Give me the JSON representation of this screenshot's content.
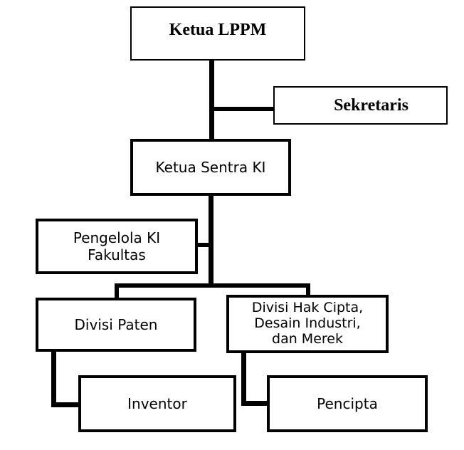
{
  "diagram": {
    "nodes": {
      "ketua_lppm": "Ketua LPPM",
      "sekretaris": "Sekretaris",
      "ketua_sentra_ki": "Ketua Sentra KI",
      "pengelola_ki_fakultas": "Pengelola KI\nFakultas",
      "divisi_paten": "Divisi Paten",
      "divisi_hak_cipta": "Divisi Hak Cipta,\nDesain Industri,\ndan Merek",
      "inventor": "Inventor",
      "pencipta": "Pencipta"
    },
    "colors": {
      "line": "#000000",
      "box_border": "#000000",
      "box_fill": "#ffffff"
    }
  }
}
